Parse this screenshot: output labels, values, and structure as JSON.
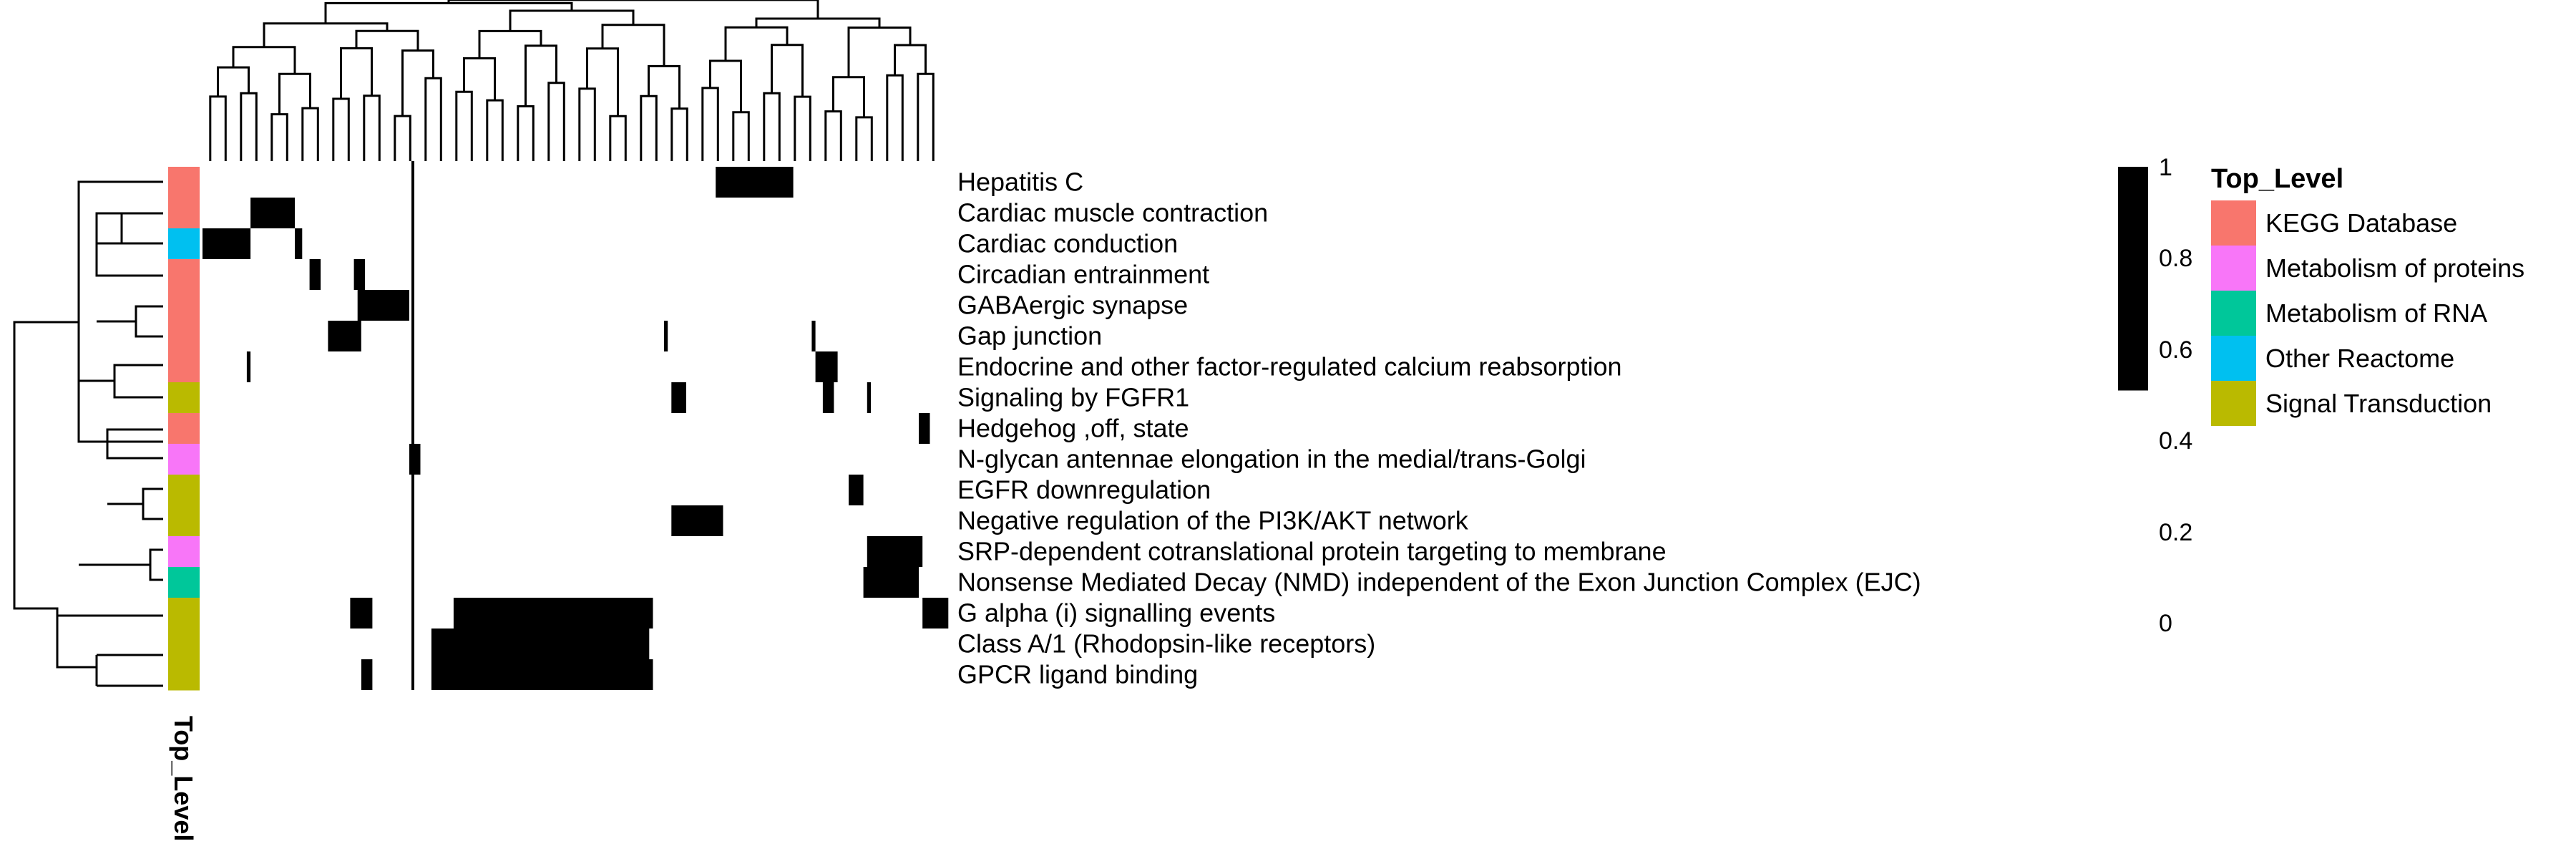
{
  "chart_data": {
    "type": "heatmap",
    "row_labels": [
      "Hepatitis C",
      "Cardiac muscle contraction",
      "Cardiac conduction",
      "Circadian entrainment",
      "GABAergic synapse",
      "Gap junction",
      "Endocrine and other factor-regulated calcium reabsorption",
      "Signaling by FGFR1",
      "Hedgehog ,off, state",
      "N-glycan antennae elongation in the medial/trans-Golgi",
      "EGFR downregulation",
      "Negative regulation of the PI3K/AKT network",
      "SRP-dependent cotranslational protein targeting to membrane",
      "Nonsense Mediated Decay (NMD) independent of the Exon Junction Complex (EJC)",
      "G alpha (i) signalling events",
      "Class A/1 (Rhodopsin-like receptors)",
      "GPCR ligand binding"
    ],
    "row_top_level": [
      "KEGG Database",
      "KEGG Database",
      "Other Reactome",
      "KEGG Database",
      "KEGG Database",
      "KEGG Database",
      "KEGG Database",
      "Signal Transduction",
      "KEGG Database",
      "Metabolism of proteins",
      "Signal Transduction",
      "Signal Transduction",
      "Metabolism of proteins",
      "Metabolism of RNA",
      "Signal Transduction",
      "Signal Transduction",
      "Signal Transduction"
    ],
    "columns": 200,
    "value_range": [
      0,
      1
    ],
    "cells_value_1": [
      [
        [
          139,
          160
        ]
      ],
      [
        [
          13,
          25
        ]
      ],
      [
        [
          0,
          13
        ],
        [
          25,
          27
        ]
      ],
      [
        [
          29,
          32
        ],
        [
          41,
          44
        ]
      ],
      [
        [
          42,
          56
        ]
      ],
      [
        [
          34,
          43
        ],
        [
          125,
          126
        ],
        [
          165,
          166
        ]
      ],
      [
        [
          12,
          13
        ],
        [
          166,
          172
        ]
      ],
      [
        [
          127,
          131
        ],
        [
          168,
          171
        ],
        [
          180,
          181
        ]
      ],
      [
        [
          194,
          197
        ]
      ],
      [
        [
          56,
          59
        ]
      ],
      [
        [
          175,
          179
        ]
      ],
      [
        [
          127,
          141
        ]
      ],
      [
        [
          180,
          195
        ]
      ],
      [
        [
          179,
          194
        ]
      ],
      [
        [
          40,
          46
        ],
        [
          68,
          122
        ],
        [
          195,
          202
        ]
      ],
      [
        [
          62,
          121
        ]
      ],
      [
        [
          43,
          46
        ],
        [
          62,
          122
        ]
      ]
    ],
    "row_dendrogram": "hierarchical clustering tree (left)",
    "column_dendrogram": "hierarchical clustering tree (top)",
    "annotation": {
      "title": "Top_Level",
      "levels": [
        {
          "name": "KEGG Database",
          "color": "#F8766D"
        },
        {
          "name": "Metabolism of proteins",
          "color": "#F876F8"
        },
        {
          "name": "Metabolism of RNA",
          "color": "#00C79A"
        },
        {
          "name": "Other Reactome",
          "color": "#00C0F0"
        },
        {
          "name": "Signal Transduction",
          "color": "#BABA00"
        }
      ]
    },
    "colorbar": {
      "ticks": [
        "1",
        "0.8",
        "0.6",
        "0.4",
        "0.2",
        "0"
      ],
      "colors": {
        "low": "#ffffff",
        "high": "#000000"
      }
    }
  }
}
